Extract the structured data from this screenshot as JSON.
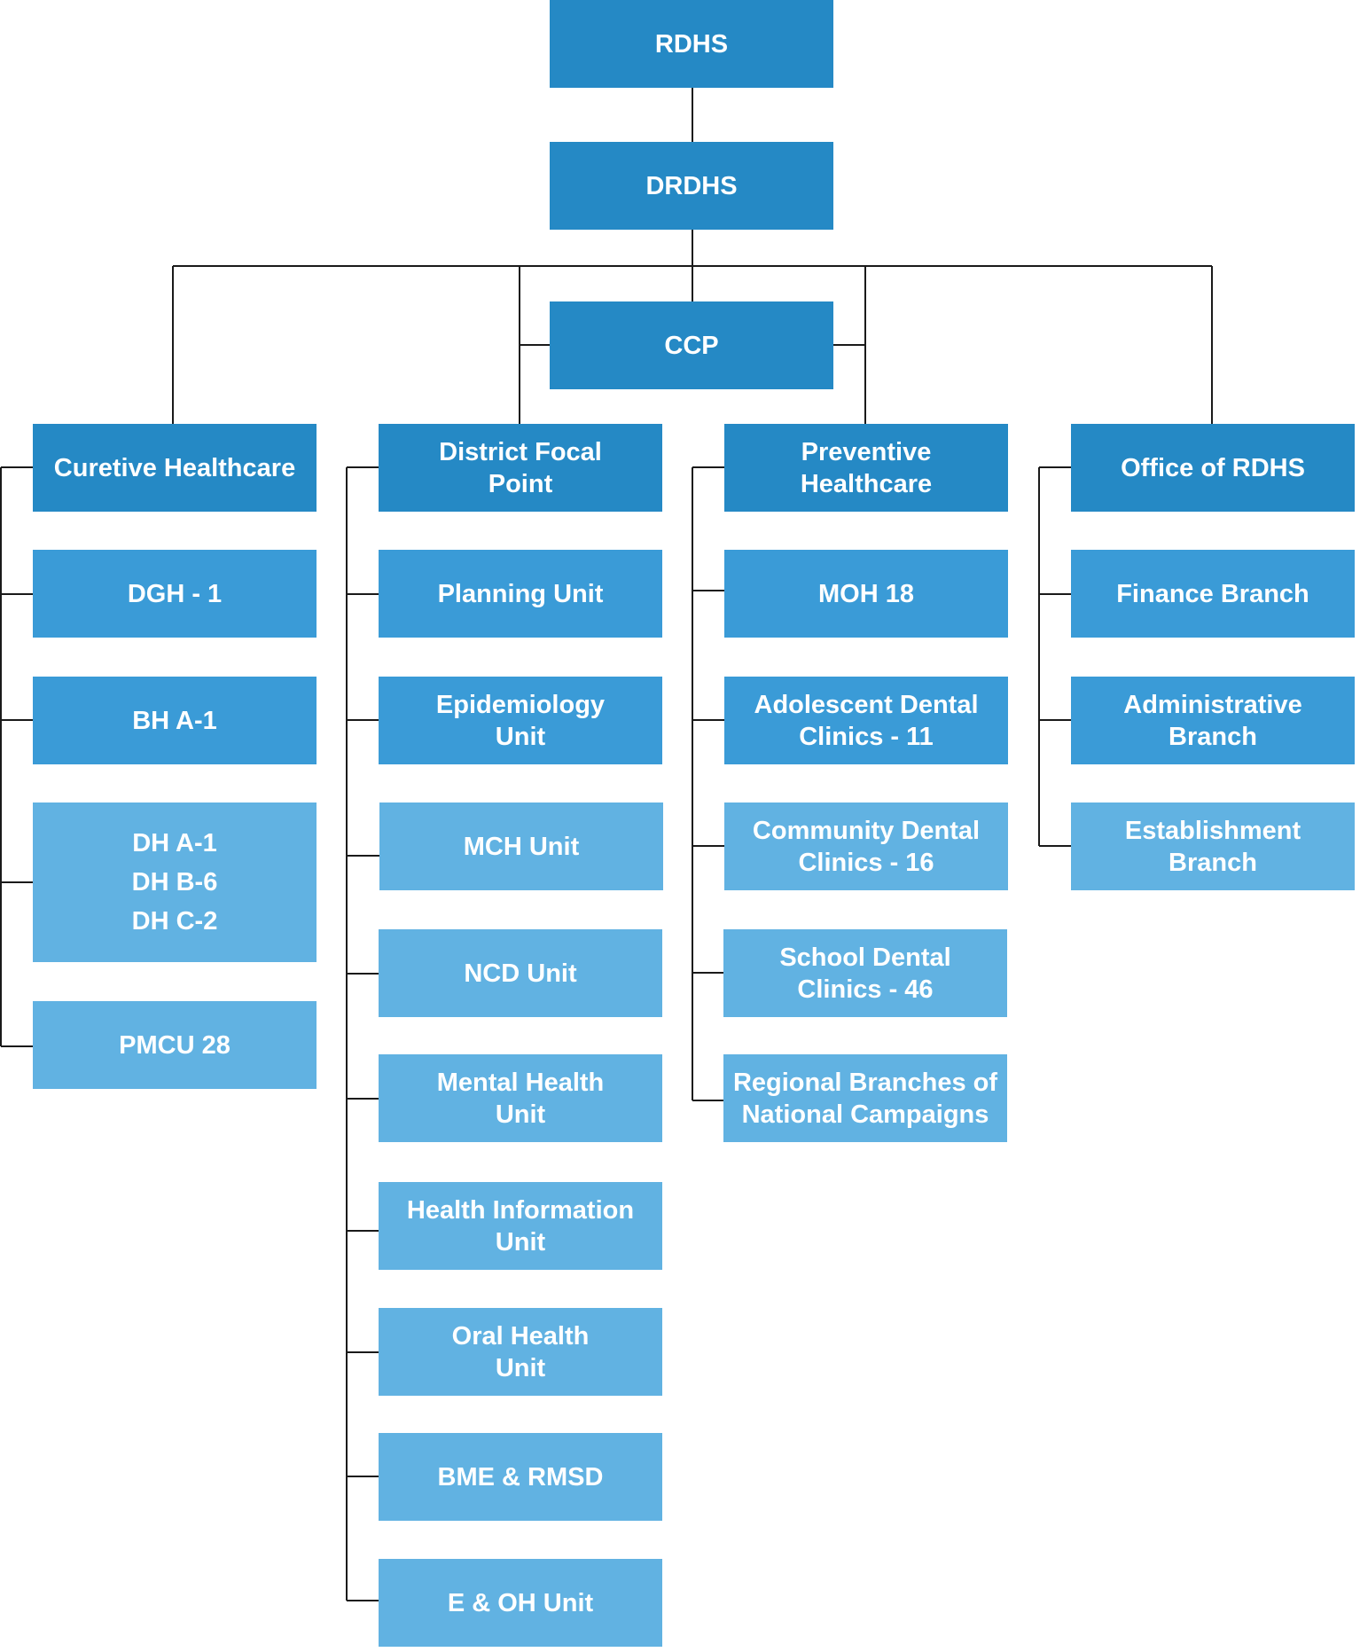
{
  "colors": {
    "dark": "#2589c5",
    "mid": "#3a9bd7",
    "light": "#61b2e2",
    "line": "#1a1a1a"
  },
  "nodes": {
    "rdhs": "RDHS",
    "drdhs": "DRDHS",
    "ccp": "CCP",
    "curative": "Curetive Healthcare",
    "district_focal": "District Focal\nPoint",
    "preventive": "Preventive\nHealthcare",
    "office_rdhs": "Office of RDHS",
    "curative_children": [
      "DGH - 1",
      "BH A-1",
      "DH A-1\nDH B-6\nDH C-2",
      "PMCU 28"
    ],
    "focal_children": [
      "Planning Unit",
      "Epidemiology\nUnit",
      "MCH Unit",
      "NCD Unit",
      "Mental Health\nUnit",
      "Health Information\nUnit",
      "Oral Health\nUnit",
      "BME & RMSD",
      "E & OH Unit"
    ],
    "preventive_children": [
      "MOH 18",
      "Adolescent Dental\nClinics - 11",
      "Community Dental\nClinics - 16",
      "School Dental\nClinics - 46",
      "Regional Branches of\nNational Campaigns"
    ],
    "office_children": [
      "Finance Branch",
      "Administrative\nBranch",
      "Establishment\nBranch"
    ]
  }
}
